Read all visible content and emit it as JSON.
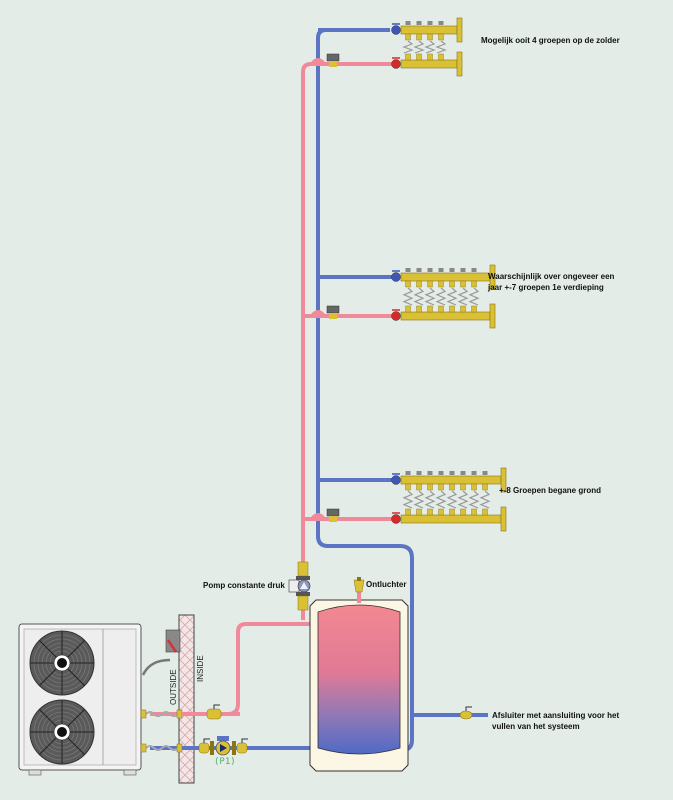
{
  "title": "Warmtepomp CV schema",
  "colors": {
    "supply": "#f08a9a",
    "return": "#5b74c4",
    "brass": "#d9c035",
    "background": "#e3ece6",
    "pump_label": "#4cb06a"
  },
  "labels": {
    "manifold_attic": "Mogelijk ooit 4 groepen op de zolder",
    "manifold_first_floor_line1": "Waarschijnlijk over ongeveer een",
    "manifold_first_floor_line2": "jaar +-7 groepen 1e verdieping",
    "manifold_ground": "+-8 Groepen begane grond",
    "pump_constant": "Pomp constante druk",
    "air_vent": "Ontluchter",
    "fill_valve_line1": "Afsluiter met aansluiting voor het",
    "fill_valve_line2": "vullen van het systeem",
    "pump_p1": "(P1)",
    "wall_outside": "OUTSIDE",
    "wall_inside": "INSIDE"
  },
  "manifolds": [
    {
      "name": "attic",
      "groups": 4
    },
    {
      "name": "first-floor",
      "groups": 7
    },
    {
      "name": "ground-floor",
      "groups": 8
    }
  ],
  "icons": {
    "heat_pump": "heat-pump-unit-icon",
    "fan": "fan-icon",
    "pump": "circulation-pump-icon",
    "valve": "ball-valve-icon",
    "air_vent": "air-vent-icon",
    "buffer_tank": "buffer-tank-icon",
    "flow_meter": "flow-meter-icon",
    "disconnect_switch": "disconnect-switch-icon"
  }
}
